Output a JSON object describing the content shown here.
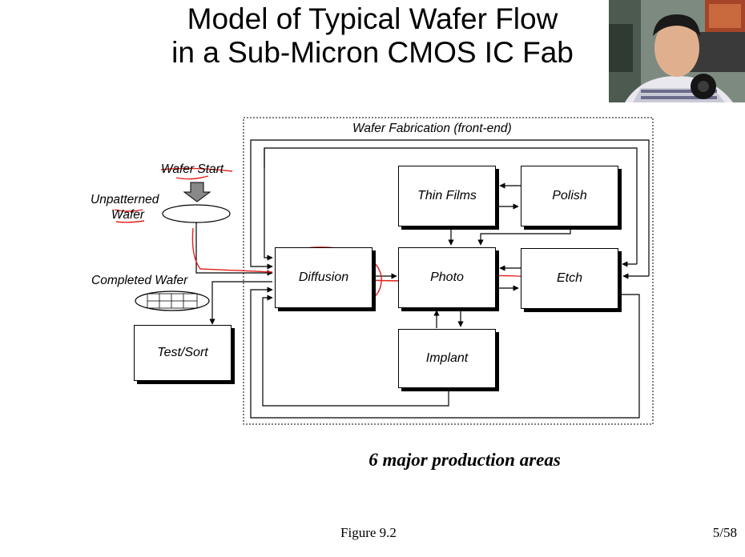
{
  "slide": {
    "title_line1": "Model of Typical Wafer Flow",
    "title_line2": "in a Sub-Micron CMOS IC Fab",
    "subtitle": "6 major production areas",
    "figure_label": "Figure 9.2",
    "page_number": "5/58"
  },
  "diagram": {
    "region_label": "Wafer Fabrication (front-end)",
    "wafer_start": "Wafer Start",
    "unpatterned_line1": "Unpatterned",
    "unpatterned_line2": "Wafer",
    "completed_wafer": "Completed Wafer",
    "boxes": {
      "thin_films": "Thin Films",
      "polish": "Polish",
      "diffusion": "Diffusion",
      "photo": "Photo",
      "etch": "Etch",
      "implant": "Implant",
      "test_sort": "Test/Sort"
    }
  },
  "colors": {
    "annotation": "#e0201c",
    "webcam_bg": "#6c7a6f"
  }
}
